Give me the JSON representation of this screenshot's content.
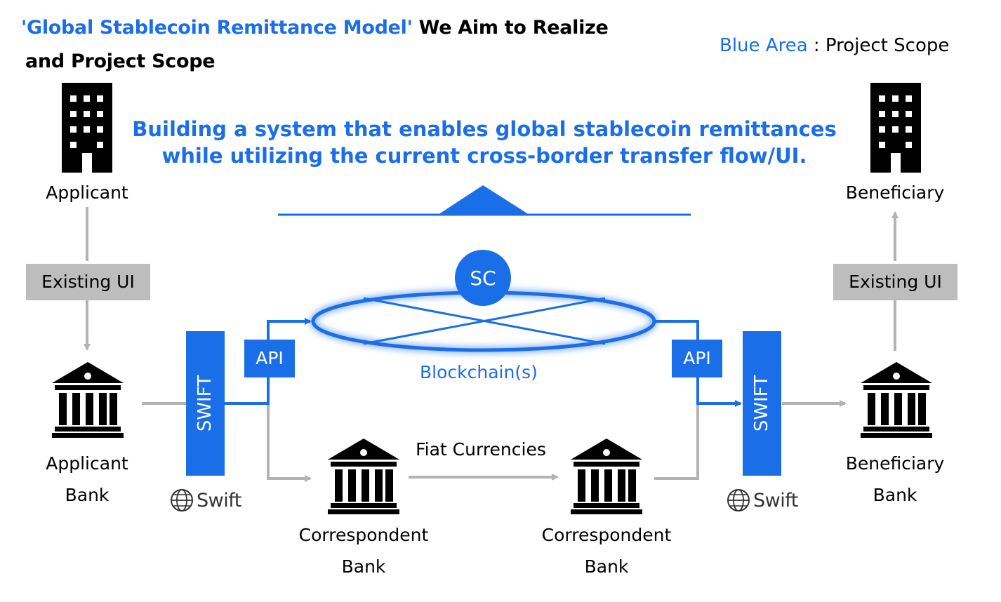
{
  "title": {
    "highlight": "'Global Stablecoin Remittance Model'",
    "rest": " We Aim to Realize",
    "line2": "and Project Scope"
  },
  "legend": {
    "highlight": "Blue Area",
    "rest": " : Project Scope"
  },
  "headline": {
    "line1": "Building a system that enables global stablecoin remittances",
    "line2": "while utilizing the current cross-border transfer flow/UI."
  },
  "nodes": {
    "applicant": "Applicant",
    "beneficiary": "Beneficiary",
    "applicant_bank_line1": "Applicant",
    "applicant_bank_line2": "Bank",
    "beneficiary_bank_line1": "Beneficiary",
    "beneficiary_bank_line2": "Bank",
    "correspondent_left_line1": "Correspondent",
    "correspondent_left_line2": "Bank",
    "correspondent_right_line1": "Correspondent",
    "correspondent_right_line2": "Bank"
  },
  "boxes": {
    "existing_ui_left": "Existing UI",
    "existing_ui_right": "Existing UI",
    "api_left": "API",
    "api_right": "API",
    "swift_left": "SWIFT",
    "swift_right": "SWIFT",
    "sc": "SC"
  },
  "labels": {
    "blockchain": "Blockchain(s)",
    "fiat": "Fiat Currencies",
    "swift_logo_left": "Swift",
    "swift_logo_right": "Swift"
  },
  "colors": {
    "blue": "#1a6ee8",
    "gray": "#bdbdbd",
    "arrow_gray": "#b3b3b3"
  },
  "icons": [
    "office-building-icon",
    "bank-icon",
    "globe-icon"
  ]
}
